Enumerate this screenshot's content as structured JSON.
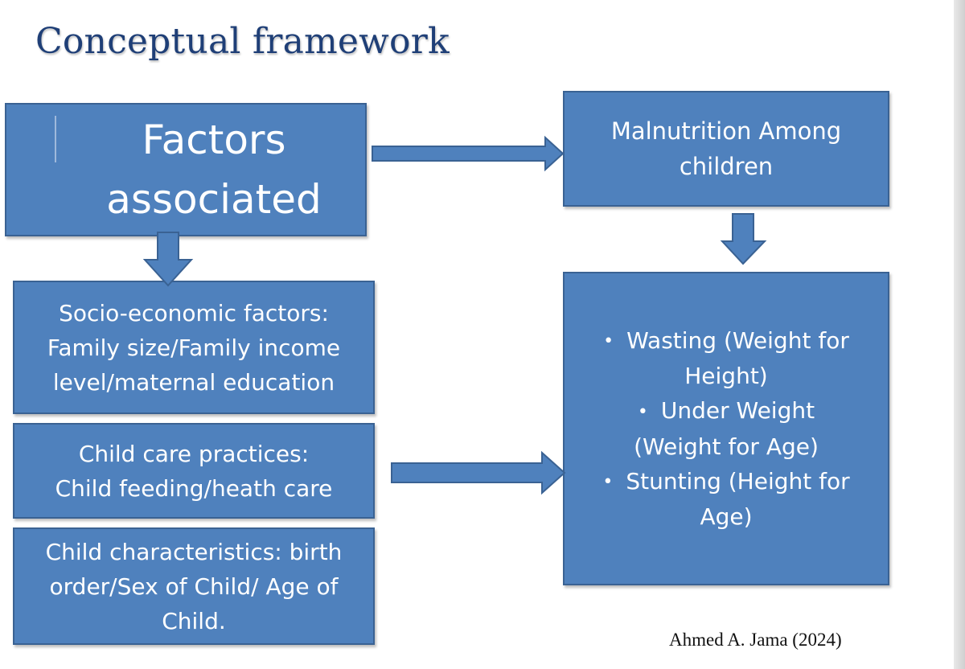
{
  "title": "Conceptual framework",
  "boxes": {
    "factors": {
      "line1": "Factors",
      "line2": "associated"
    },
    "malnutrition": {
      "line1": "Malnutrition Among",
      "line2": "children"
    },
    "socio": {
      "line1": "Socio-economic factors:",
      "line2": "Family size/Family income",
      "line3": "level/maternal education"
    },
    "care": {
      "line1": "Child care practices:",
      "line2": "Child feeding/heath care"
    },
    "child": {
      "line1": "Child characteristics: birth",
      "line2": "order/Sex of Child/ Age of",
      "line3": "Child."
    },
    "outcomes": [
      {
        "line1": "Wasting (Weight for",
        "line2": "Height)"
      },
      {
        "line1": "Under Weight",
        "line2": "(Weight for Age)"
      },
      {
        "line1": "Stunting (Height for",
        "line2": "Age)"
      }
    ]
  },
  "credit": "Ahmed A. Jama (2024)",
  "colors": {
    "box_fill": "#4f81bd",
    "box_border": "#3a6293",
    "title": "#1f3f77"
  }
}
